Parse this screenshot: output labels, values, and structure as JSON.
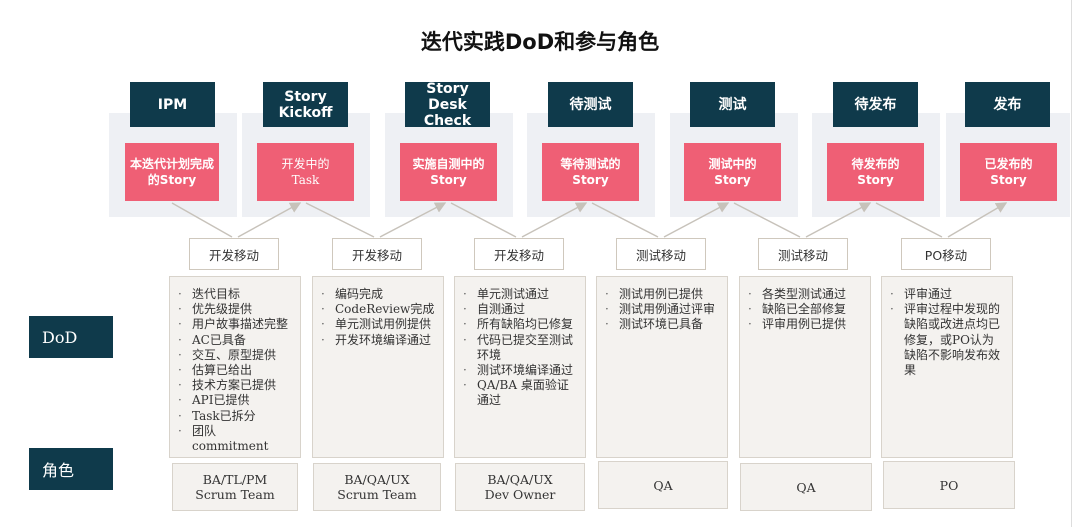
{
  "title": "迭代实践DoD和参与角色",
  "row_labels": {
    "dod": "DoD",
    "role": "角色"
  },
  "stages": [
    {
      "header": "IPM",
      "box": "本迭代计划完成\n的Story"
    },
    {
      "header": "Story\nKickoff",
      "box": "开发中的\nTask"
    },
    {
      "header": "Story\nDesk Check",
      "box": "实施自测中的\nStory"
    },
    {
      "header": "待测试",
      "box": "等待测试的\nStory"
    },
    {
      "header": "测试",
      "box": "测试中的\nStory"
    },
    {
      "header": "待发布",
      "box": "待发布的\nStory"
    },
    {
      "header": "发布",
      "box": "已发布的\nStory"
    }
  ],
  "moves": [
    "开发移动",
    "开发移动",
    "开发移动",
    "测试移动",
    "测试移动",
    "PO移动"
  ],
  "dod_lists": [
    [
      "迭代目标",
      "优先级提供",
      "用户故事描述完整",
      "AC已具备",
      "交互、原型提供",
      "估算已给出",
      "技术方案已提供",
      "API已提供",
      "Task已拆分",
      "团队\ncommitment"
    ],
    [
      "编码完成",
      "CodeReview完成",
      "单元测试用例提供",
      "开发环境编译通过"
    ],
    [
      "单元测试通过",
      "自测通过",
      "所有缺陷均已修复",
      "代码已提交至测试\n环境",
      "测试环境编译通过",
      "QA/BA 桌面验证\n通过"
    ],
    [
      "测试用例已提供",
      "测试用例通过评审",
      "测试环境已具备"
    ],
    [
      "各类型测试通过",
      "缺陷已全部修复",
      "评审用例已提供"
    ],
    [
      "评审通过",
      "评审过程中发现的\n缺陷或改进点均已\n修复，或PO认为\n缺陷不影响发布效\n果"
    ]
  ],
  "roles": [
    "BA/TL/PM\nScrum Team",
    "BA/QA/UX\nScrum Team",
    "BA/QA/UX\nDev Owner",
    "QA",
    "QA",
    "PO"
  ],
  "colors": {
    "header_bg": "#0f3a4b",
    "pink": "#ef5f75",
    "panel": "#eef0f4",
    "card": "#f4f2ef"
  }
}
